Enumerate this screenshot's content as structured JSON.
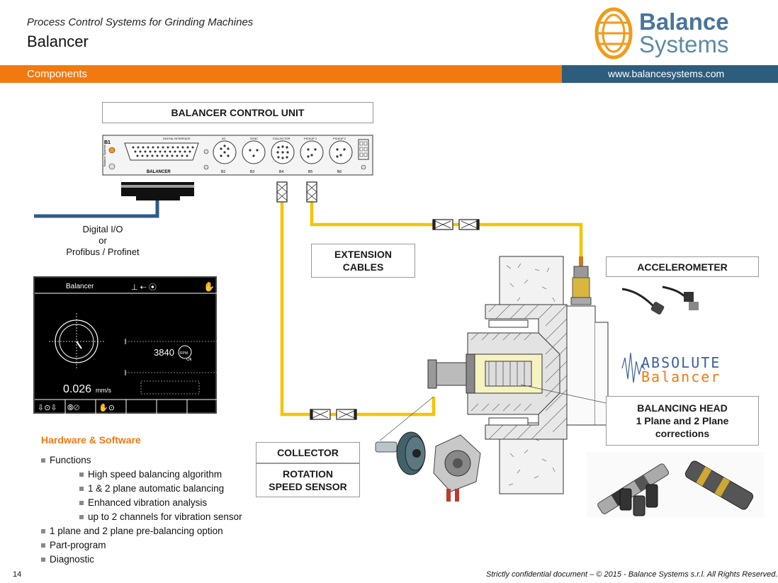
{
  "header": {
    "subtitle": "Process Control Systems for Grinding Machines",
    "title": "Balancer"
  },
  "logo": {
    "line1": "Balance",
    "line2": "Systems"
  },
  "section_bar": {
    "label": "Components",
    "url": "www.balancesystems.com"
  },
  "control_unit": {
    "label": "BALANCER CONTROL UNIT",
    "panel_name": "BALANCER",
    "brand": "Balance Systems",
    "connectors": [
      "B1",
      "B2",
      "B3",
      "B4",
      "B5",
      "B6"
    ],
    "connector_titles": [
      "DIGITAL INTERFACE",
      "I/O",
      "SYNC",
      "COLLECTOR",
      "PICKUP 1",
      "PICKUP 2"
    ]
  },
  "digital_io": {
    "line1": "Digital I/O",
    "line2": "or",
    "line3": "Profibus / Profinet"
  },
  "extension_cables": {
    "line1": "EXTENSION",
    "line2": "CABLES"
  },
  "accelerometer": {
    "label": "ACCELEROMETER"
  },
  "balancing_head": {
    "line1": "BALANCING HEAD",
    "line2": "1 Plane and 2 Plane",
    "line3": "corrections"
  },
  "collector": {
    "label": "COLLECTOR"
  },
  "rotation_sensor": {
    "line1": "ROTATION",
    "line2": "SPEED SENSOR"
  },
  "absolute_logo": {
    "line1": "ABSOLUTE",
    "line2": "Balancer"
  },
  "screen": {
    "title": "Balancer",
    "rpm": "3840",
    "vibration": "0.026",
    "vibration_unit": "mm/s",
    "ok": "Ok",
    "rpm_unit": "RPM"
  },
  "features": {
    "title": "Hardware & Software",
    "items": [
      {
        "text": "Functions",
        "level": 0
      },
      {
        "text": "High speed balancing algorithm",
        "level": 1
      },
      {
        "text": "1 & 2 plane automatic balancing",
        "level": 1
      },
      {
        "text": "Enhanced vibration analysis",
        "level": 1
      },
      {
        "text": "up to 2 channels for vibration sensor",
        "level": 1
      },
      {
        "text": "1 plane and 2 plane pre-balancing option",
        "level": 0
      },
      {
        "text": "Part-program",
        "level": 0
      },
      {
        "text": "Diagnostic",
        "level": 0
      }
    ]
  },
  "footer": {
    "page": "14",
    "notice": "Strictly confidential document – © 2015 - Balance Systems s.r.l. All Rights Reserved."
  },
  "colors": {
    "orange": "#f07a10",
    "blue": "#2d5c7d",
    "cable": "#f5c400",
    "io_cable": "#2d5c8a"
  }
}
